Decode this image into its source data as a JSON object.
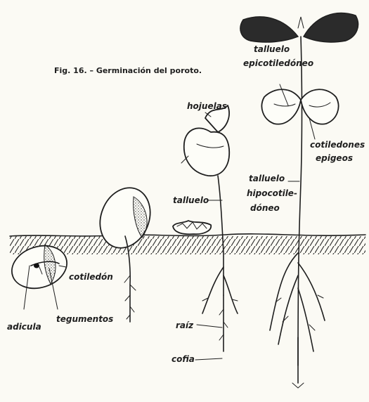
{
  "figure": {
    "caption": "Fig. 16. – Germinación del poroto.",
    "labels": {
      "radicula": "adicula",
      "tegumentos": "tegumentos",
      "cotiledon": "cotiledón",
      "hojuelas": "hojuelas",
      "talluelo": "talluelo",
      "raiz": "raíz",
      "cofia": "cofia",
      "talluelo_epi_line1": "talluelo",
      "talluelo_epi_line2": "epicotiledóneo",
      "cotiledones_line1": "cotiledones",
      "cotiledones_line2": "epigeos",
      "hipo_line1": "talluelo",
      "hipo_line2": "hipocotile-",
      "hipo_line3": "dóneo"
    }
  }
}
